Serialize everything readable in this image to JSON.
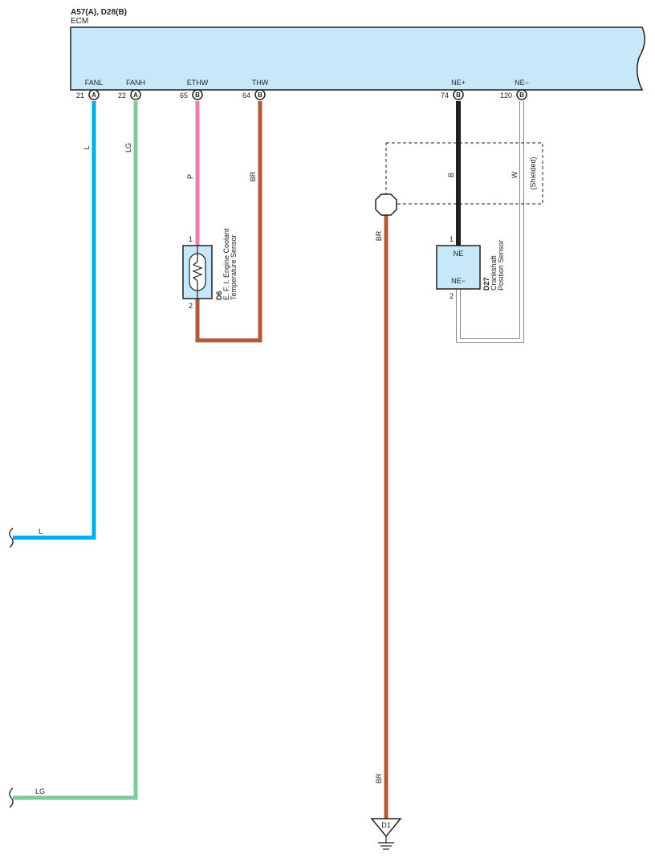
{
  "header": {
    "connectors": "A57(A), D28(B)",
    "ecm": "ECM"
  },
  "ecm_pins": [
    {
      "name": "FANL",
      "num": "21",
      "connector": "A"
    },
    {
      "name": "FANH",
      "num": "22",
      "connector": "A"
    },
    {
      "name": "ETHW",
      "num": "65",
      "connector": "B"
    },
    {
      "name": "THW",
      "num": "64",
      "connector": "B"
    },
    {
      "name": "NE+",
      "num": "74",
      "connector": "B"
    },
    {
      "name": "NE−",
      "num": "120",
      "connector": "B"
    }
  ],
  "wires": {
    "fanl_color_top": "L",
    "fanl_color_bottom": "L",
    "fanh_color_top": "LG",
    "fanh_color_bottom": "LG",
    "ethw_color": "P",
    "thw_color": "BR",
    "ne_plus_color": "B",
    "ne_minus_color": "W",
    "shield_top": "BR",
    "shield_bottom": "BR",
    "shielded_label": "(Shielded)"
  },
  "colors": {
    "ecm_fill": "#c6e8f8",
    "wire_L": "#00aeef",
    "wire_LG": "#7dc99a",
    "wire_P": "#f07cb0",
    "wire_BR": "#b05a3a",
    "wire_B": "#231f20",
    "wire_W": "#ffffff",
    "sensor_fill": "#c6e8f8"
  },
  "components": {
    "d6": {
      "id": "D6",
      "name_line1": "E. F. I. Engine Coolant",
      "name_line2": "Temperature Sensor",
      "pin1": "1",
      "pin2": "2"
    },
    "d27": {
      "id": "D27",
      "name_line1": "Crankshaft",
      "name_line2": "Position Sensor",
      "pin1": "1",
      "pin2": "2",
      "term_ne": "NE",
      "term_ne_minus": "NE−"
    },
    "ground": {
      "id": "D1"
    }
  }
}
